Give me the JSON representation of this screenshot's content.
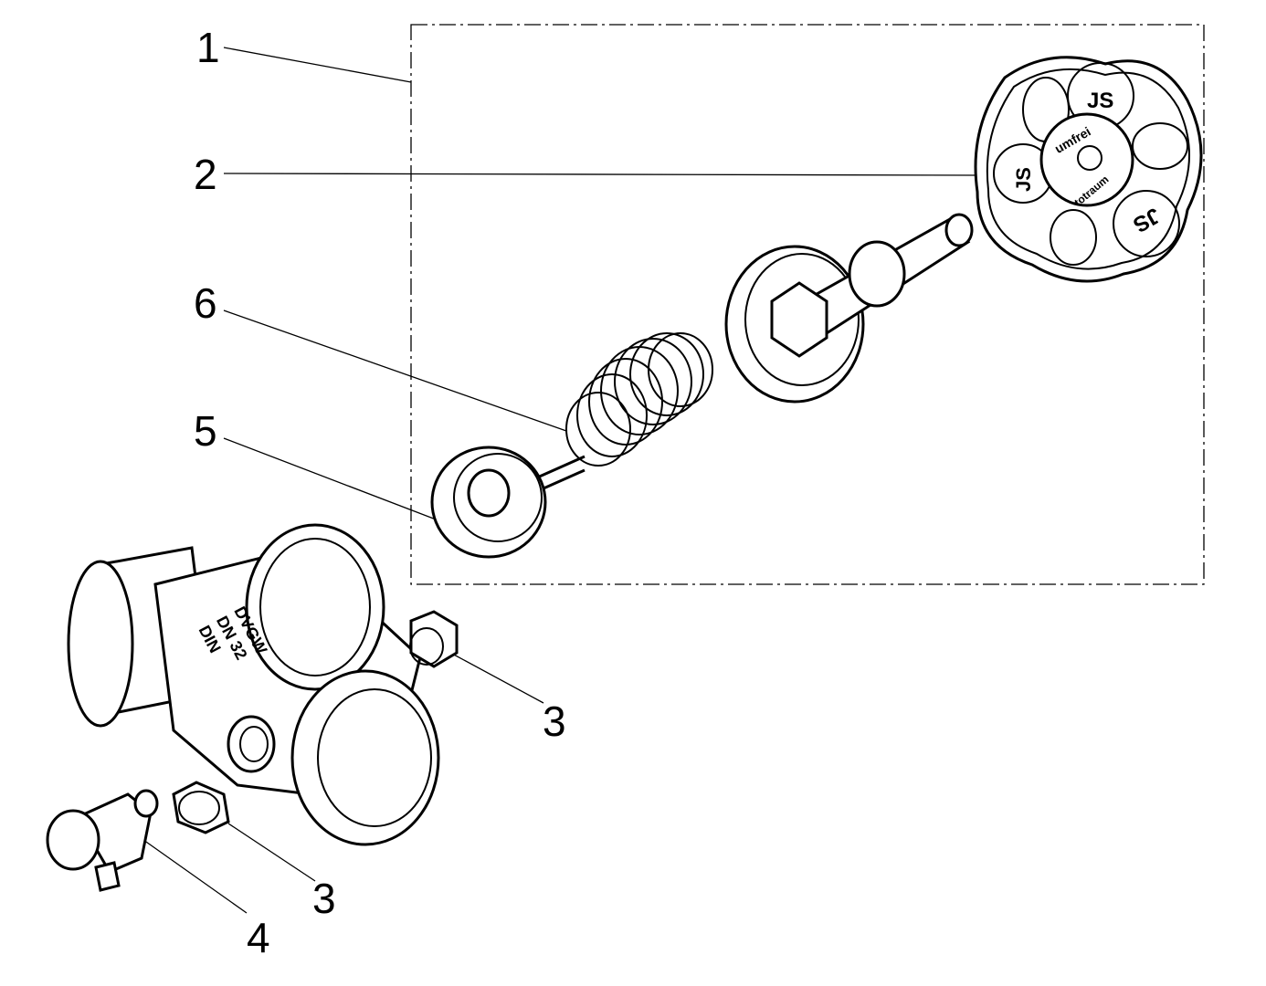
{
  "callouts": [
    "1",
    "2",
    "6",
    "5",
    "3",
    "3",
    "4"
  ],
  "markings": {
    "knob_logo": "JS",
    "knob_text_top": "umfrei",
    "knob_text_bottom": "totraum",
    "body_line1": "DVGW",
    "body_line2": "DN 32",
    "body_line3": "DIN"
  }
}
